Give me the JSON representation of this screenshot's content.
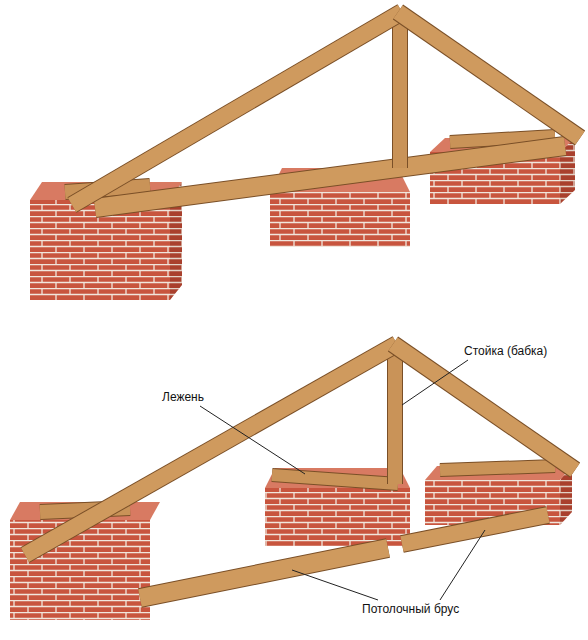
{
  "diagram": {
    "labels": [
      "Лежень",
      "Стойка (бабка)",
      "Потолочный брус"
    ]
  }
}
